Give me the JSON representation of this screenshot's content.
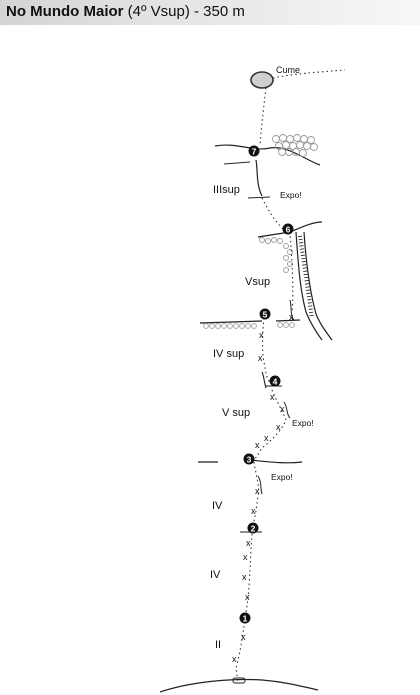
{
  "header": {
    "route_name": "No Mundo Maior",
    "grade_and_length": "(4º Vsup) - 350 m"
  },
  "labels": {
    "summit": "Cume",
    "exposure": "Expo!",
    "pitch_grades": [
      "II",
      "IV",
      "IV",
      "V sup",
      "IV sup",
      "Vsup",
      "IIIsup"
    ]
  },
  "belays": [
    "1",
    "2",
    "3",
    "4",
    "5",
    "6",
    "7"
  ],
  "colors": {
    "line": "#222222",
    "rock": "#cfcfcf",
    "rock_stroke": "#555555",
    "belay": "#111111"
  }
}
